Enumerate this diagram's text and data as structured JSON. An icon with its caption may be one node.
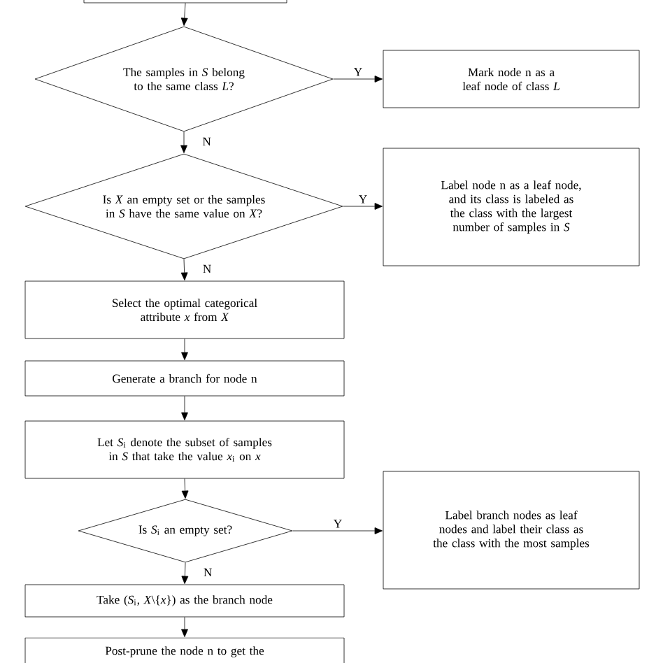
{
  "diagram": {
    "nodes": [
      {
        "text": [],
        "shape": "box"
      },
      {
        "text": [
          "The samples in *S* belong to the same class *L*?"
        ]
      },
      {
        "text": [
          "Mark node n as a leaf node of class *L*"
        ]
      },
      {
        "text": [
          "Is *X* an empty set or the samples in *S* have the same value on *X*?"
        ]
      },
      {
        "text": [
          "Label node n as a leaf node, and its class is labeled as the class with the largest number of samples in *S*"
        ]
      },
      {
        "text": [
          "Select the optimal categorical attribute *x* from *X*"
        ]
      },
      {
        "text": [
          "Generate a branch for node n"
        ]
      },
      {
        "text": [
          "Let *S*$_{i}$ denote the subset of samples in *S* that take the value *x*$_{i}$ on *x*"
        ]
      },
      {
        "text": [
          "Is *S*$_{i}$ an empty set?"
        ]
      },
      {
        "text": [
          "Label branch nodes as leaf nodes and label their class as the class with the most samples"
        ]
      },
      {
        "text": [
          "Take (*S*$_{i}$, *X*\\{*x*}) as the branch node"
        ]
      },
      {
        "text": [
          "Post-prune the node n to get the"
        ]
      }
    ],
    "edges": [
      {
        "from": 0,
        "to": 1,
        "arrow": "to"
      },
      {
        "from": 1,
        "to": 2,
        "arrow": "to",
        "label": "Y"
      },
      {
        "from": 1,
        "to": 3,
        "arrow": "to",
        "label": "N"
      },
      {
        "from": 3,
        "to": 4,
        "arrow": "to",
        "label": "Y"
      },
      {
        "from": 3,
        "to": 5,
        "arrow": "to",
        "label": "N"
      },
      {
        "from": 5,
        "to": 6,
        "arrow": "to"
      },
      {
        "from": 6,
        "to": 7,
        "arrow": "to"
      },
      {
        "from": 7,
        "to": 8,
        "arrow": "to"
      },
      {
        "from": 8,
        "to": 9,
        "arrow": "to",
        "label": "Y"
      },
      {
        "from": 8,
        "to": 10,
        "arrow": "to",
        "label": "N"
      },
      {
        "from": 10,
        "to": 11,
        "arrow": "to"
      }
    ]
  }
}
